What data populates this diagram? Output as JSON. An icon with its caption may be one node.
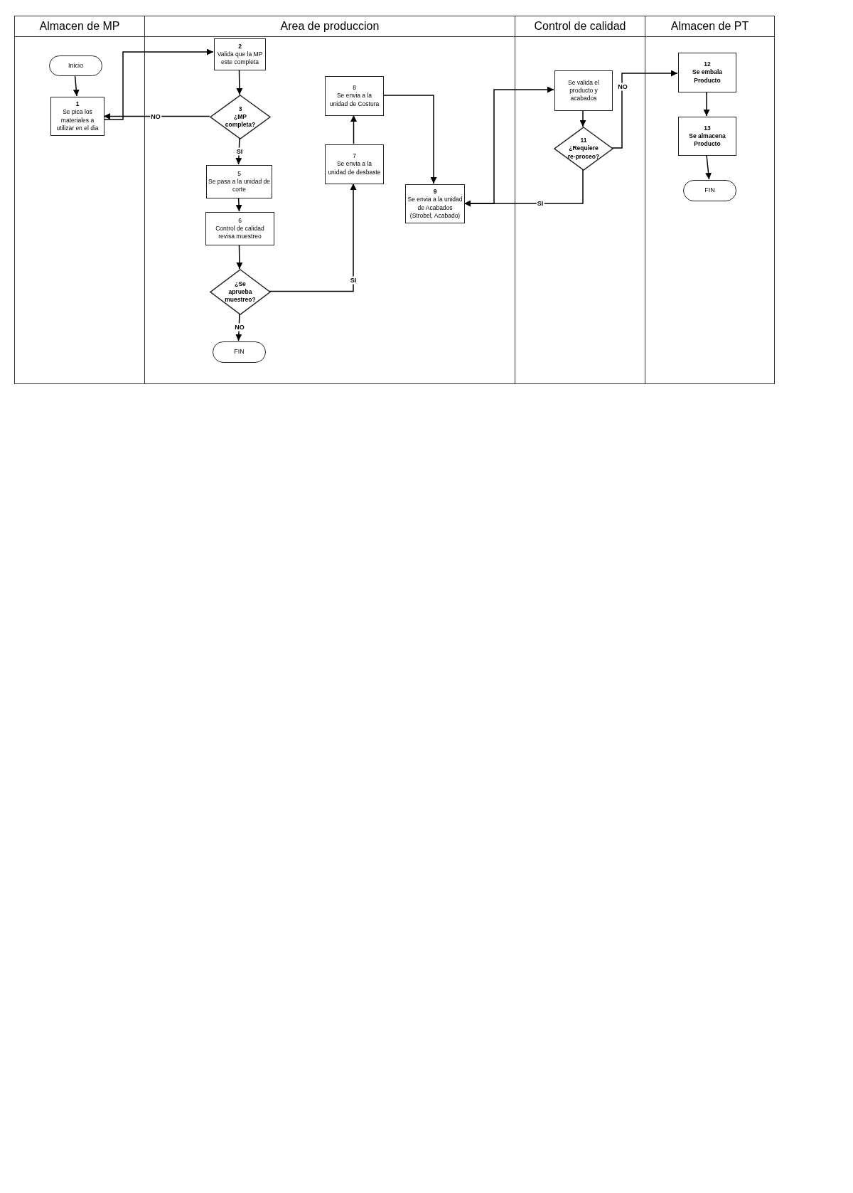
{
  "diagram": {
    "nodes": [
      {
        "text": [
          "Almacen de MP"
        ]
      },
      {
        "text": [
          "Inicio"
        ],
        "in": 0
      },
      {
        "text": [
          "1",
          "Se pica los materiales a utilizar en el dia"
        ],
        "in": 0
      },
      {
        "text": [
          "Area de produccion"
        ]
      },
      {
        "text": [
          "2",
          "Valida que la MP este completa"
        ],
        "in": 3
      },
      {
        "text": [
          "3",
          "¿MP completa?"
        ],
        "in": 3
      },
      {
        "text": [
          "5",
          "Se pasa a la unidad de corte"
        ],
        "in": 3
      },
      {
        "text": [
          "6",
          "Control de calidad revisa muestreo"
        ],
        "in": 3
      },
      {
        "text": [
          "¿Se aprueba muestreo?"
        ],
        "in": 3
      },
      {
        "text": [
          "FIN"
        ],
        "in": 3
      },
      {
        "text": [
          "8",
          "Se envia a la unidad de Costura"
        ],
        "in": 3
      },
      {
        "text": [
          "7",
          "Se envia a la unidad de desbaste"
        ],
        "in": 3
      },
      {
        "text": [
          "9",
          "Se envia a la unidad de Acabados (Strobel, Acabado)"
        ],
        "in": 3
      },
      {
        "text": [
          "Control de calidad"
        ]
      },
      {
        "text": [
          "Se valida el producto y acabados"
        ],
        "in": 13
      },
      {
        "text": [
          "11",
          "¿Requiere re-proceo?"
        ],
        "in": 13
      },
      {
        "text": [
          "Almacen de PT"
        ]
      },
      {
        "text": [
          "12",
          "Se embala Producto"
        ],
        "in": 16
      },
      {
        "text": [
          "13",
          "Se almacena Producto"
        ],
        "in": 16
      },
      {
        "text": [
          "FIN"
        ],
        "in": 16
      }
    ],
    "edges": [
      {
        "from": 1,
        "to": 2,
        "arrow": "to"
      },
      {
        "from": 2,
        "to": 4,
        "arrow": "to"
      },
      {
        "from": 5,
        "to": 2,
        "arrow": "to",
        "label": "NO"
      },
      {
        "from": 4,
        "to": 5,
        "arrow": "to"
      },
      {
        "from": 5,
        "to": 6,
        "arrow": "to",
        "label": "SI"
      },
      {
        "from": 6,
        "to": 7,
        "arrow": "to"
      },
      {
        "from": 7,
        "to": 8,
        "arrow": "to"
      },
      {
        "from": 8,
        "to": 9,
        "arrow": "to",
        "label": "NO"
      },
      {
        "from": 8,
        "to": 11,
        "arrow": "to",
        "label": "SI"
      },
      {
        "from": 11,
        "to": 10,
        "arrow": "to"
      },
      {
        "from": 10,
        "to": 12,
        "arrow": "to"
      },
      {
        "from": 12,
        "to": 14,
        "arrow": "to"
      },
      {
        "from": 14,
        "to": 15,
        "arrow": "to"
      },
      {
        "from": 15,
        "to": 12,
        "arrow": "to",
        "label": "SI"
      },
      {
        "from": 15,
        "to": 17,
        "arrow": "to",
        "label": "NO"
      },
      {
        "from": 17,
        "to": 18,
        "arrow": "to"
      },
      {
        "from": 18,
        "to": 19,
        "arrow": "to"
      }
    ]
  }
}
